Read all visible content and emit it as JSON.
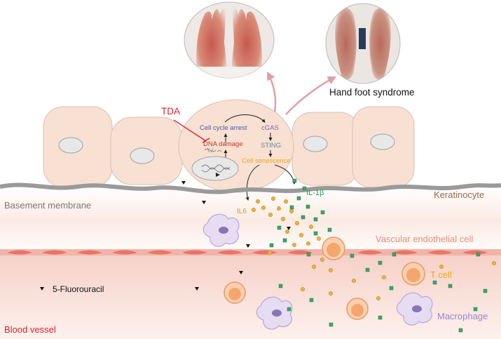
{
  "caption_hfs": "Hand foot syndrome",
  "labels": {
    "keratinocyte": "Keratinocyte",
    "basement_membrane": "Basement membrane",
    "vascular_endothelial": "Vascular endothelial cell",
    "blood_vessel": "Blood vessel",
    "t_cell": "T cell",
    "macrophage": "Macrophage",
    "legend_5fu": "5-Fluorouracil"
  },
  "pathway": {
    "tda": "TDA",
    "cell_cycle_arrest": "Cell cycle arrest",
    "dna_damage": "DNA damage",
    "cgas": "cGAS",
    "sting": "STING",
    "cell_senescence": "Cell senescence",
    "il6": "IL6",
    "il1b": "IL-1β"
  },
  "colors": {
    "cell_fill": "#f8e0d2",
    "cell_stroke": "#d8c1b2",
    "nucleus": "#e8e8e8",
    "membrane": "#9a9a9a",
    "tda_red": "#d9232e",
    "il6_yellow": "#e8b33a",
    "il1b_green": "#2f9a5c",
    "t_cell": "#f0a06a",
    "macrophage": "#c8b8e0",
    "endothelial": "#e86a5c",
    "arrow_pink": "#e0a0a8"
  },
  "icons": {
    "hand_photo": "hands-photo",
    "foot_photo": "feet-photo",
    "drug_marker": "triangle-marker",
    "dna": "dna-helix-icon"
  }
}
